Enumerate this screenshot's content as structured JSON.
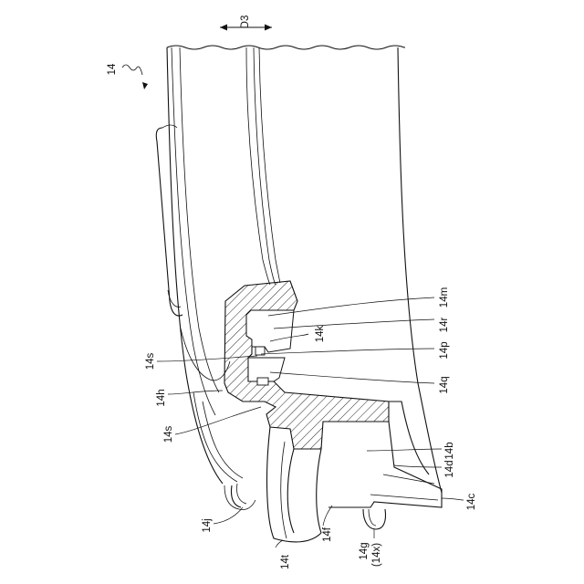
{
  "figure": {
    "ref_main": "14",
    "direction_label": "D3",
    "callouts": [
      {
        "id": "14m",
        "text": "14m"
      },
      {
        "id": "14r",
        "text": "14r"
      },
      {
        "id": "14k",
        "text": "14k"
      },
      {
        "id": "14s_upper",
        "text": "14s"
      },
      {
        "id": "14p",
        "text": "14p"
      },
      {
        "id": "14h",
        "text": "14h"
      },
      {
        "id": "14q",
        "text": "14q"
      },
      {
        "id": "14s_lower",
        "text": "14s"
      },
      {
        "id": "14b",
        "text": "14b"
      },
      {
        "id": "14d",
        "text": "14d"
      },
      {
        "id": "14c",
        "text": "14c"
      },
      {
        "id": "14j",
        "text": "14j"
      },
      {
        "id": "14f",
        "text": "14f"
      },
      {
        "id": "14t",
        "text": "14t"
      },
      {
        "id": "14g",
        "text": "14g"
      },
      {
        "id": "14x",
        "text": "(14x)"
      }
    ]
  }
}
